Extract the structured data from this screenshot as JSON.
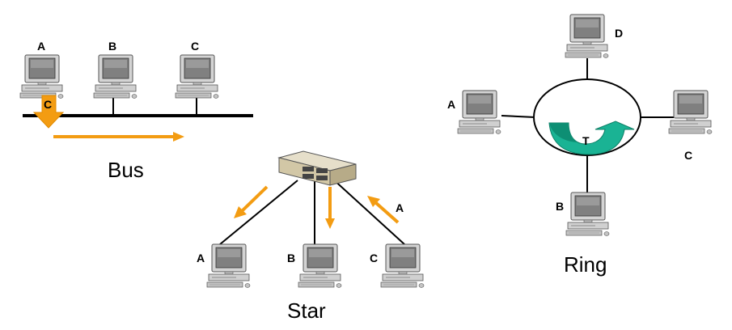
{
  "colors": {
    "arrow": "#f39c12",
    "arrow_dark": "#e08a00",
    "line": "#000000",
    "ring_fill": "#ffffff",
    "token": "#1ab394",
    "token_dark": "#0d7f66",
    "pc_body": "#c8c8c8",
    "pc_screen": "#7a7a7a",
    "hub": "#d8cfb4"
  },
  "icons": {
    "computer": "computer-icon",
    "hub": "hub-icon",
    "token": "token-arrow-icon"
  },
  "bus": {
    "title": "Bus",
    "nodes": [
      "A",
      "B",
      "C"
    ],
    "signal_label": "C"
  },
  "star": {
    "title": "Star",
    "nodes": [
      "A",
      "B",
      "C"
    ],
    "signal_label": "A"
  },
  "ring": {
    "title": "Ring",
    "nodes": [
      "D",
      "A",
      "C",
      "B"
    ],
    "token_label": "T"
  }
}
